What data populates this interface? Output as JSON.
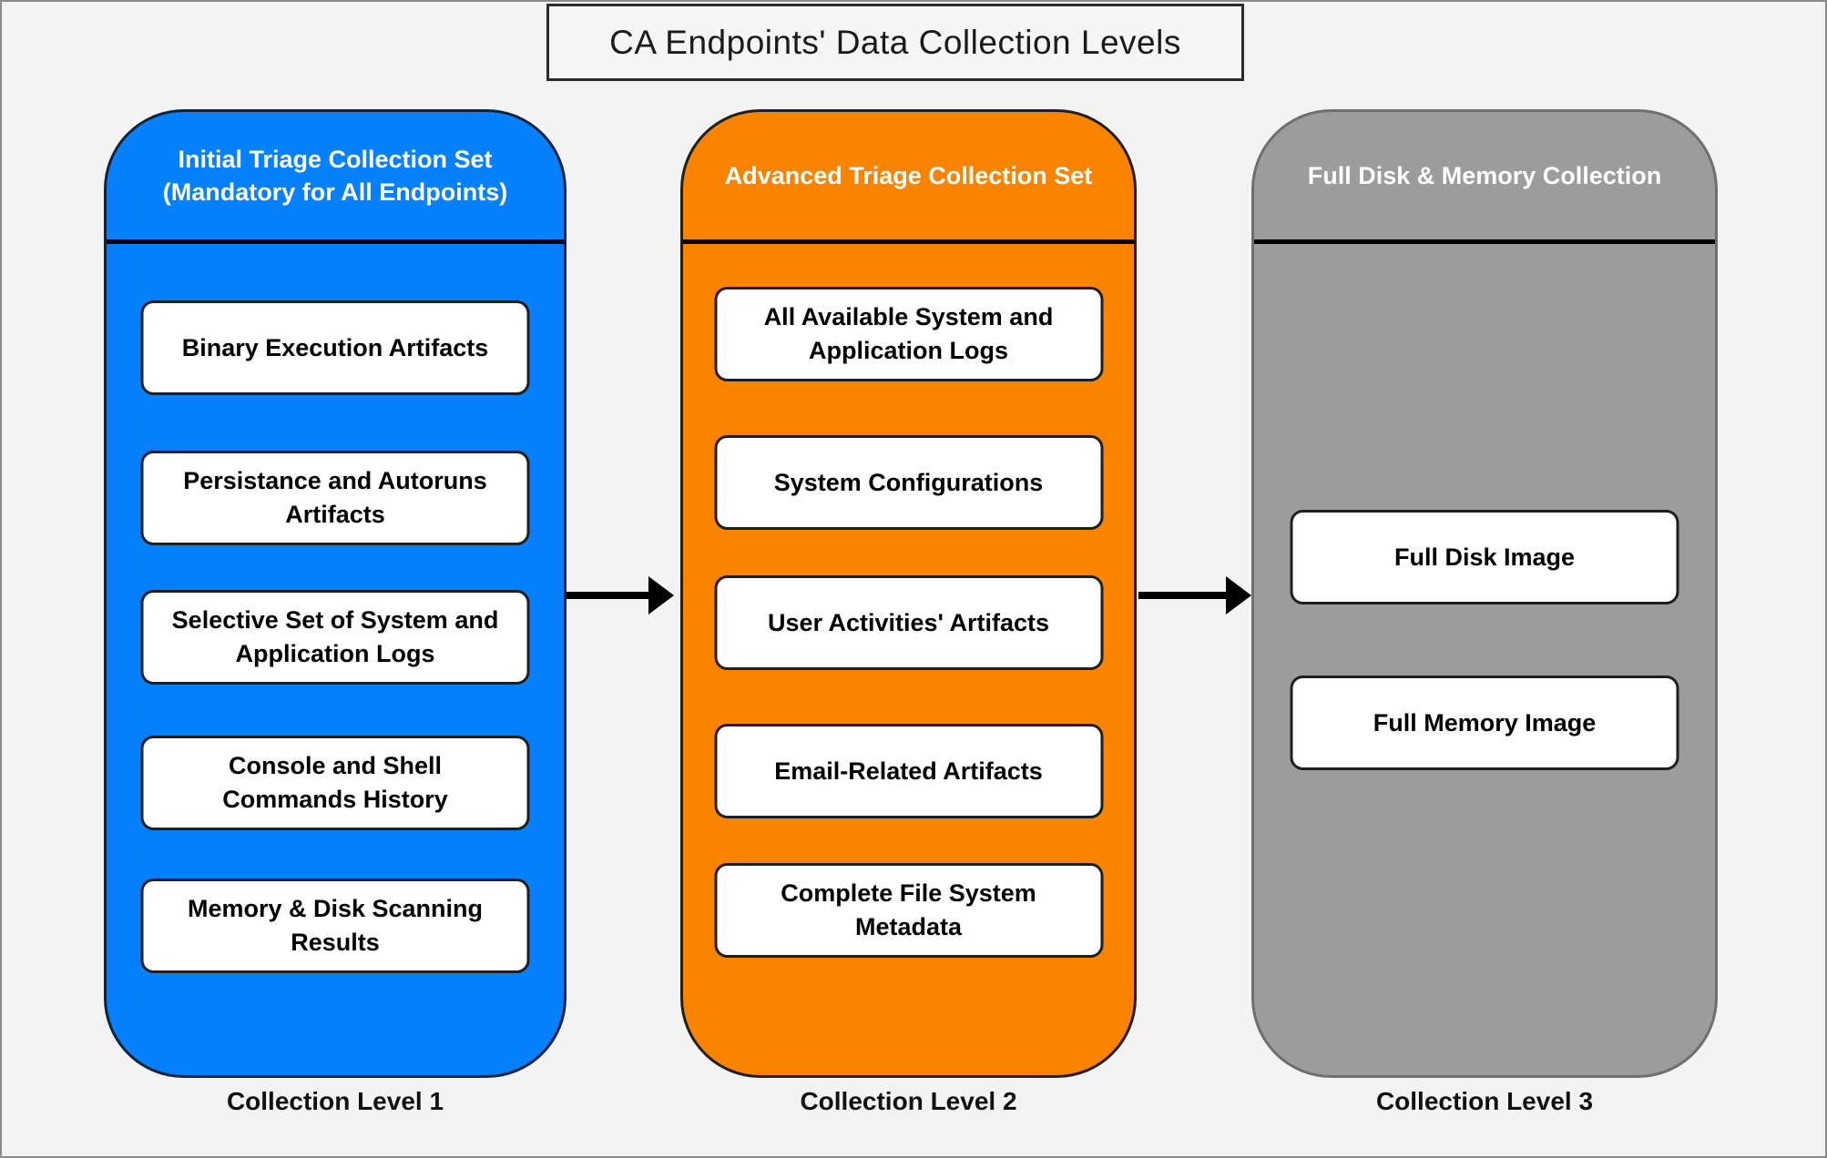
{
  "title": "CA Endpoints' Data Collection Levels",
  "arrow_color": "#000000",
  "background_color": "#f3f3f3",
  "columns": [
    {
      "id": "initial-triage-collection-set",
      "color": "#0680FC",
      "header_lines": [
        "Initial Triage Collection Set",
        "(Mandatory for All Endpoints)"
      ],
      "items": [
        "Binary Execution Artifacts",
        "Persistance and Autoruns\nArtifacts",
        "Selective Set of System and\nApplication Logs",
        "Console and Shell\nCommands History",
        "Memory & Disk Scanning\nResults"
      ],
      "label": "Collection Level 1"
    },
    {
      "id": "advanced-triage-collection-set",
      "color": "#FA8300",
      "header_lines": [
        "Advanced Triage Collection Set"
      ],
      "items": [
        "All Available System and\nApplication Logs",
        "System Configurations",
        "User Activities' Artifacts",
        "Email-Related Artifacts",
        "Complete File System\nMetadata"
      ],
      "label": "Collection Level 2"
    },
    {
      "id": "full-disk-memory-collection",
      "color": "#9C9C9C",
      "header_lines": [
        "Full Disk & Memory Collection"
      ],
      "items": [
        "Full Disk Image",
        "Full Memory Image"
      ],
      "label": "Collection Level 3"
    }
  ]
}
